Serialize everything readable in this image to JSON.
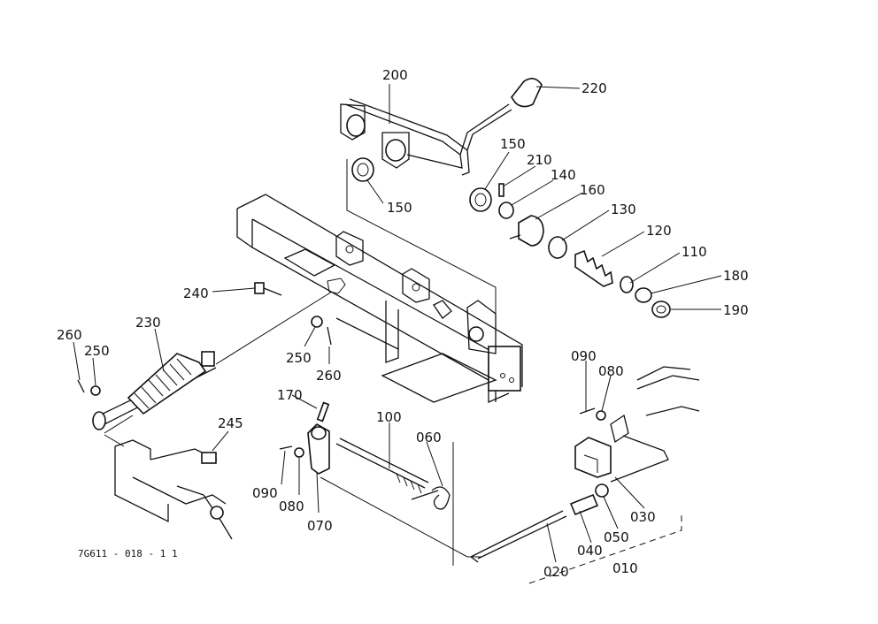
{
  "diagram": {
    "code": "7G611 - 018 - 1 1",
    "labels": {
      "p200": "200",
      "p220": "220",
      "p150a": "150",
      "p150b": "150",
      "p210": "210",
      "p140": "140",
      "p160": "160",
      "p130": "130",
      "p120": "120",
      "p110": "110",
      "p180": "180",
      "p190": "190",
      "p240": "240",
      "p230": "230",
      "p260a": "260",
      "p250a": "250",
      "p250b": "250",
      "p260b": "260",
      "p245": "245",
      "p170": "170",
      "p100": "100",
      "p060": "060",
      "p090a": "090",
      "p080a": "080",
      "p070": "070",
      "p090b": "090",
      "p080b": "080",
      "p030": "030",
      "p050": "050",
      "p040": "040",
      "p020": "020",
      "p010": "010"
    }
  }
}
